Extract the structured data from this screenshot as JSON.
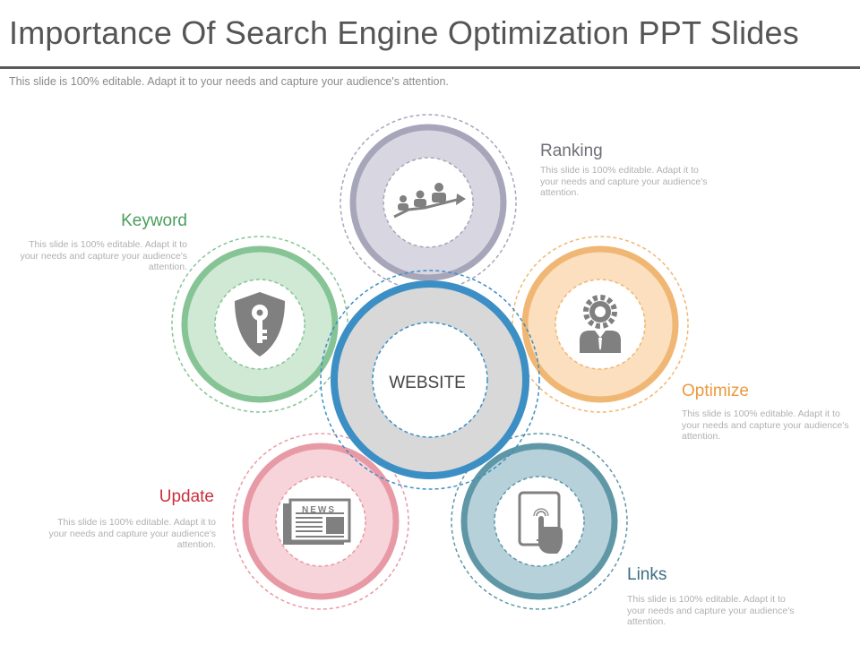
{
  "header": {
    "title": "Importance Of Search Engine Optimization PPT Slides",
    "subtitle": "This slide is 100% editable. Adapt it to your needs and capture your audience's attention."
  },
  "center": {
    "label": "WEBSITE"
  },
  "items": {
    "ranking": {
      "label": "Ranking",
      "description": "This slide is 100% editable. Adapt it to your needs and capture your audience's attention."
    },
    "keyword": {
      "label": "Keyword",
      "description": "This slide is 100% editable. Adapt it to your needs and capture your audience's attention."
    },
    "optimize": {
      "label": "Optimize",
      "description": "This slide is 100% editable. Adapt it to your needs and capture your audience's attention."
    },
    "update": {
      "label": "Update",
      "description": "This slide is 100% editable. Adapt it to your needs and capture your audience's attention.",
      "icon_text": "NEWS"
    },
    "links": {
      "label": "Links",
      "description": "This slide is 100% editable. Adapt it to your needs and capture your audience's attention."
    }
  },
  "colors": {
    "ranking": "#a7a5b9",
    "keyword": "#86c495",
    "optimize": "#f0b774",
    "update": "#e79aa6",
    "links": "#5f97a7",
    "website": "#3c8fc4",
    "icon": "#808080"
  }
}
